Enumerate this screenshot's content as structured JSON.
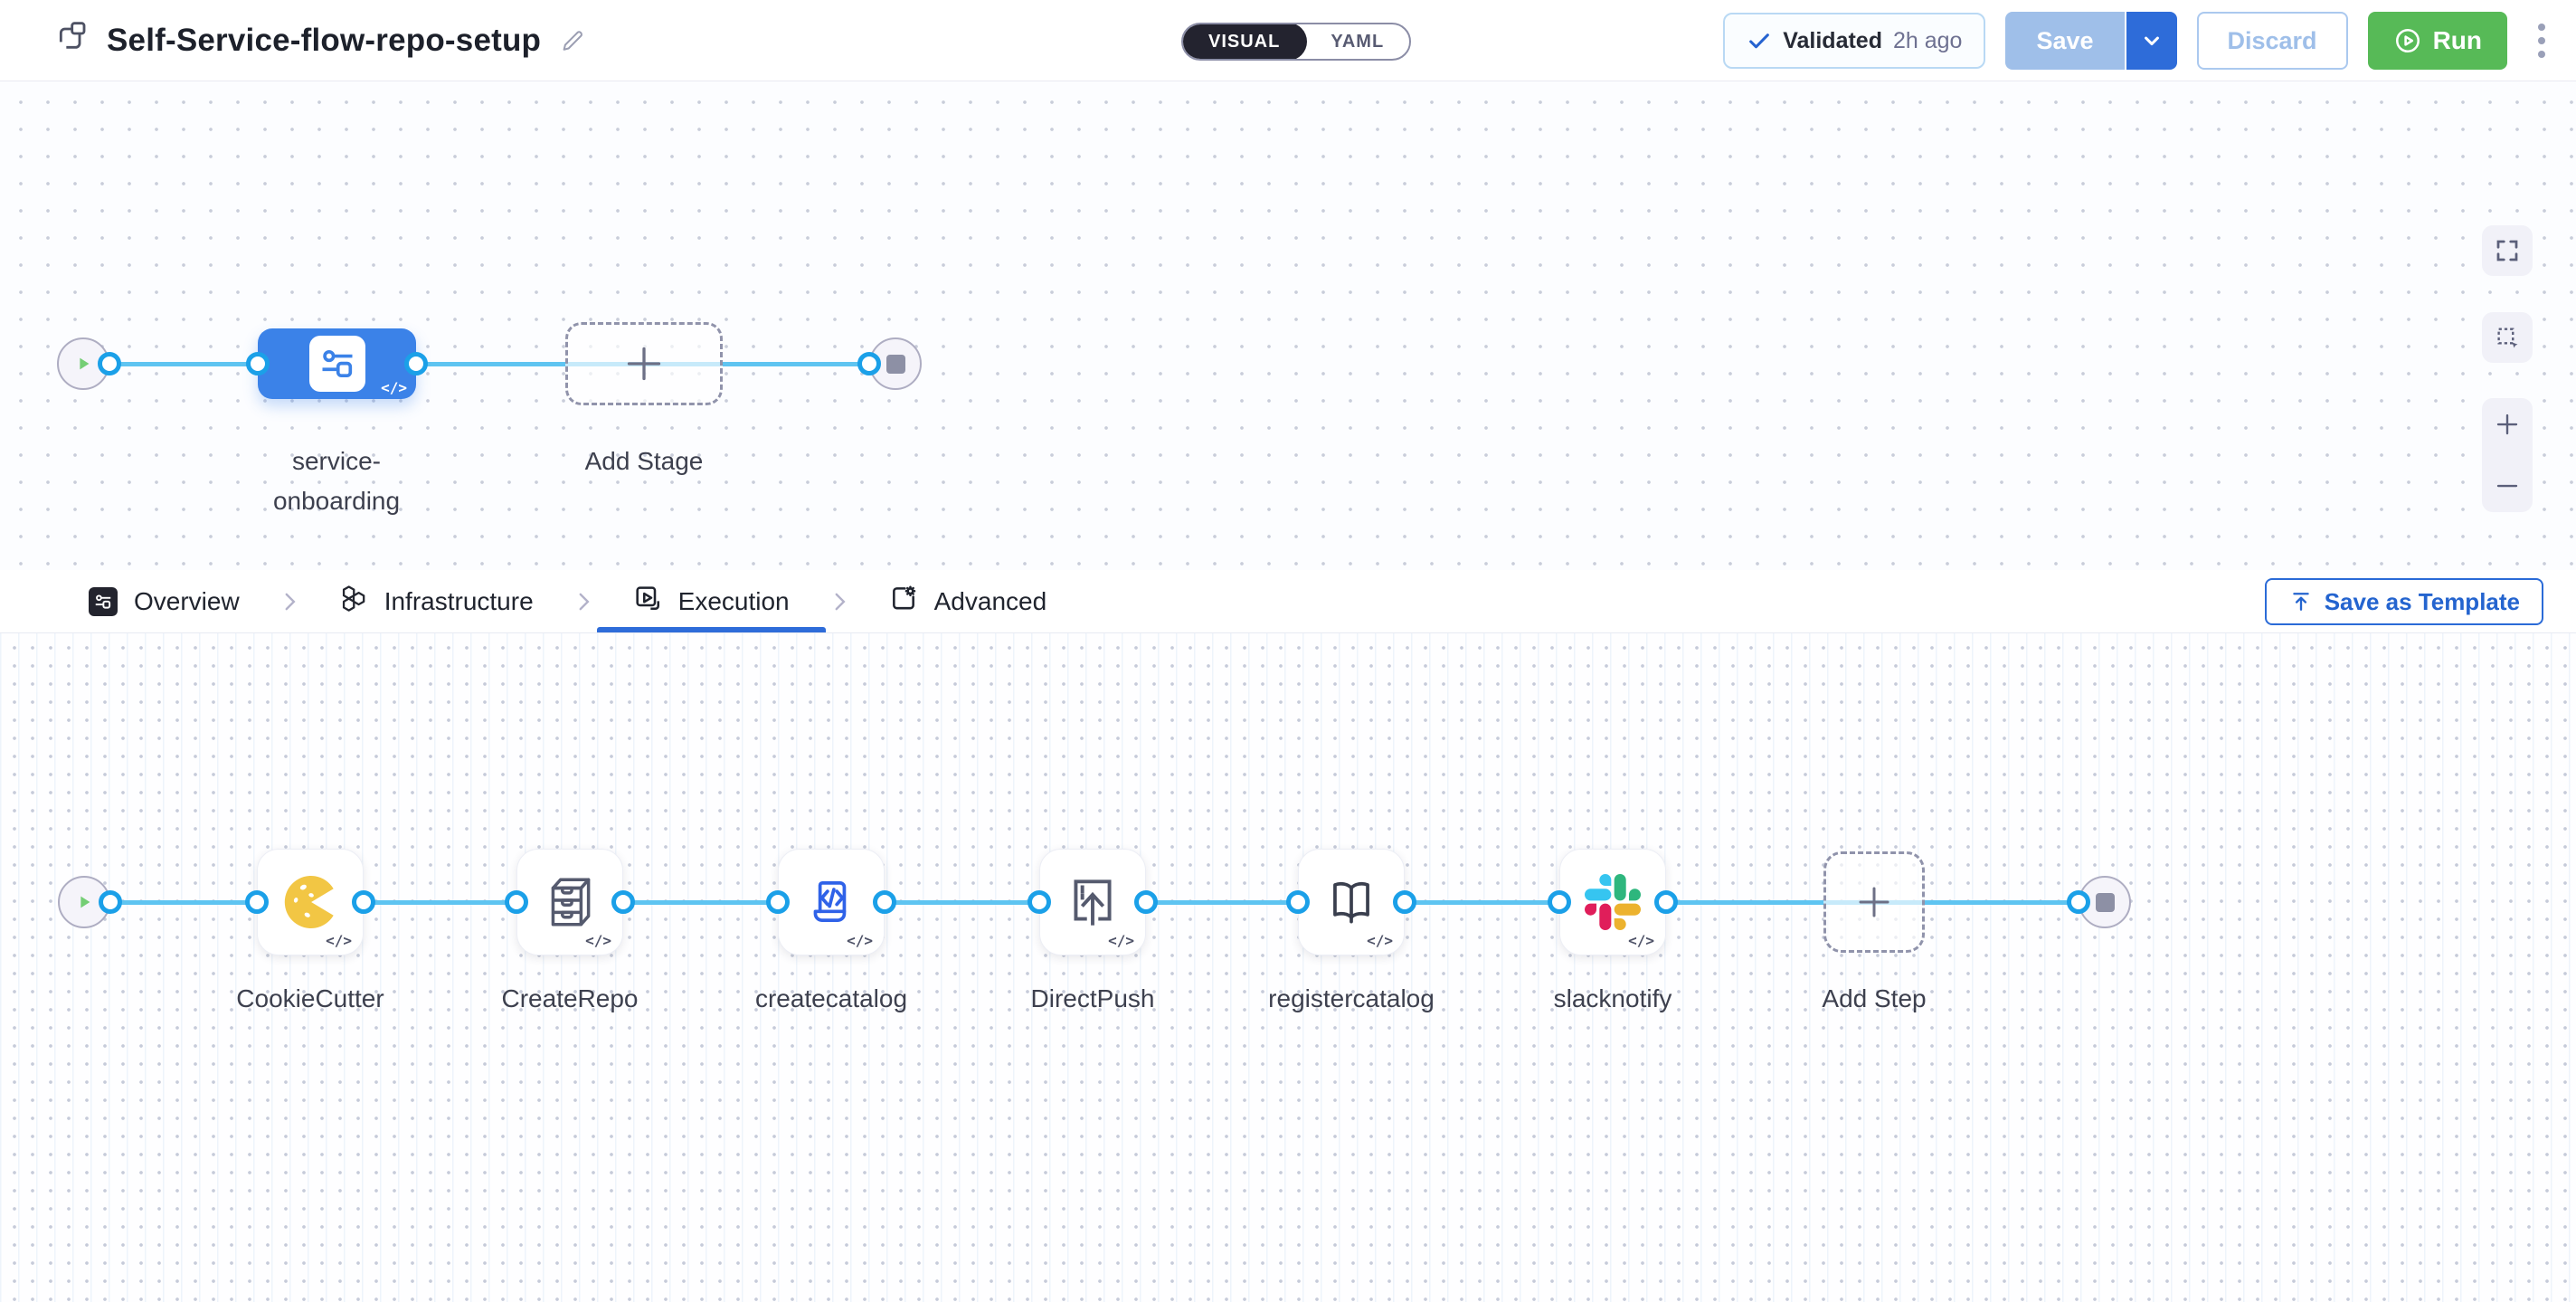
{
  "header": {
    "title": "Self-Service-flow-repo-setup",
    "mode_toggle": {
      "visual_label": "VISUAL",
      "yaml_label": "YAML",
      "selected": "VISUAL"
    },
    "validated_badge": {
      "label": "Validated",
      "time": "2h ago"
    },
    "buttons": {
      "save": "Save",
      "discard": "Discard",
      "run": "Run"
    }
  },
  "stage_pipeline": {
    "stage_label": "service-onboarding",
    "add_stage_label": "Add Stage",
    "code_badge": "</>"
  },
  "tab_bar": {
    "tabs": [
      {
        "label": "Overview",
        "icon": "pipeline-overview-icon",
        "active": false
      },
      {
        "label": "Infrastructure",
        "icon": "infrastructure-icon",
        "active": false
      },
      {
        "label": "Execution",
        "icon": "execution-icon",
        "active": true
      },
      {
        "label": "Advanced",
        "icon": "advanced-icon",
        "active": false
      }
    ],
    "save_as_template_label": "Save as Template"
  },
  "execution": {
    "steps": [
      {
        "label": "CookieCutter",
        "icon": "cookiecutter-icon"
      },
      {
        "label": "CreateRepo",
        "icon": "createrepo-icon"
      },
      {
        "label": "createcatalog",
        "icon": "createcatalog-icon"
      },
      {
        "label": "DirectPush",
        "icon": "directpush-icon"
      },
      {
        "label": "registercatalog",
        "icon": "registercatalog-icon"
      },
      {
        "label": "slacknotify",
        "icon": "slacknotify-icon"
      }
    ],
    "add_step_label": "Add Step",
    "code_badge": "</>"
  },
  "colors": {
    "primary_blue": "#2e6cd9",
    "stage_node_blue": "#3b82e8",
    "connector_blue": "#5ec4f1",
    "port_ring_blue": "#1ba0e8",
    "run_green": "#57ba57",
    "save_disabled_blue": "#9fbfe9",
    "cookie_yellow": "#f2c644",
    "slack": {
      "blue": "#36C5F0",
      "green": "#2EB67D",
      "yellow": "#ECB22E",
      "red": "#E01E5A"
    }
  }
}
